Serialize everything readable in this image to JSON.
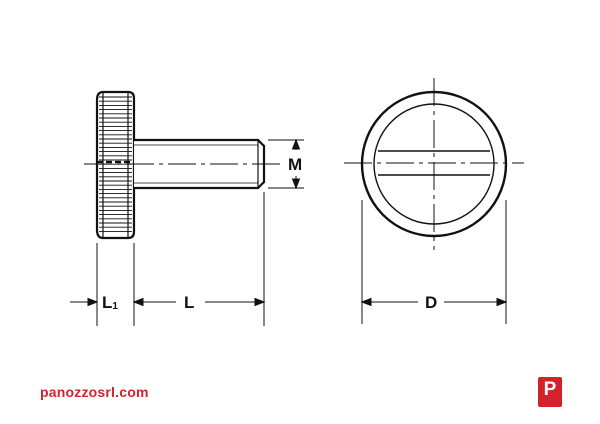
{
  "labels": {
    "length_head": "L",
    "length_head_sub": "1",
    "length_shank": "L",
    "thread": "M",
    "diameter": "D"
  },
  "brand": {
    "website": "panozzosrl.com",
    "logo_letter": "P",
    "color": "#d2232a"
  },
  "colors": {
    "line": "#111111",
    "background": "#ffffff"
  }
}
